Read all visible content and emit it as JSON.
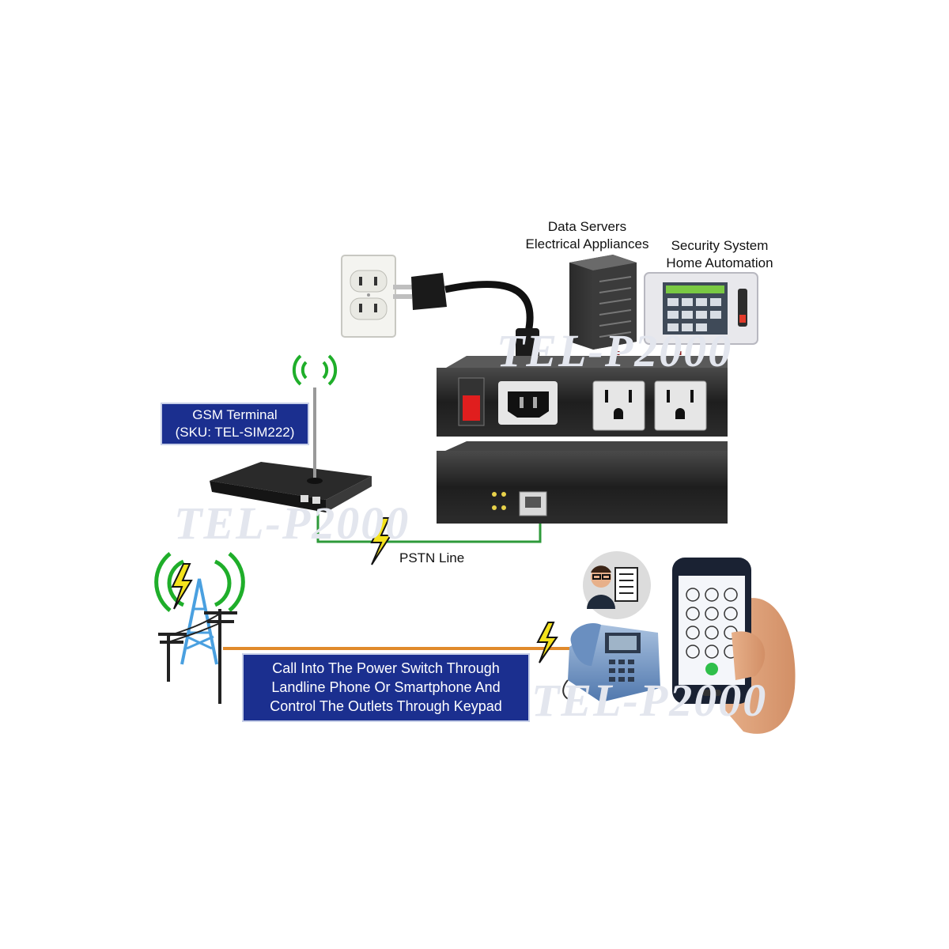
{
  "labels": {
    "servers_line1": "Data Servers",
    "servers_line2": "Electrical Appliances",
    "security_line1": "Security System",
    "security_line2": "Home Automation",
    "pstn": "PSTN Line"
  },
  "gsm_box": {
    "line1": "GSM Terminal",
    "line2": "(SKU: TEL-SIM222)"
  },
  "caption": {
    "line1": "Call Into The Power Switch Through",
    "line2": "Landline Phone Or Smartphone And",
    "line3": "Control The Outlets Through Keypad"
  },
  "watermark": "TEL-P2000",
  "colors": {
    "label_box": "#1b2f8f",
    "signal": "#1fae2a",
    "bolt": "#f4e21c",
    "landline": "#e08a2c",
    "pstn_wire": "#2e9a3a",
    "power_button": "#e01e1e"
  },
  "icons": [
    "wall-outlet-icon",
    "power-plug-icon",
    "server-tower-icon",
    "keypad-panel-icon",
    "power-switch-device-icon",
    "gsm-terminal-icon",
    "cell-tower-icon",
    "utility-pole-icon",
    "desk-phone-icon",
    "agent-avatar-icon",
    "smartphone-icon",
    "lightning-bolt-icon"
  ]
}
